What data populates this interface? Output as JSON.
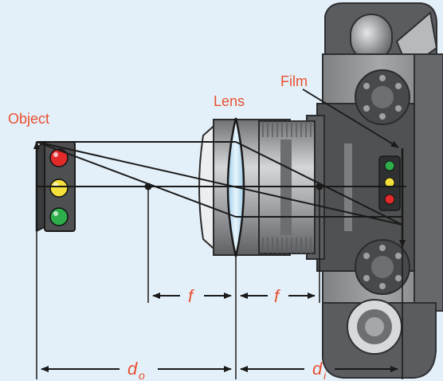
{
  "labels": {
    "object": "Object",
    "lens": "Lens",
    "film": "Film",
    "focal_left": "f",
    "focal_right": "f",
    "object_distance_main": "d",
    "object_distance_sub": "o",
    "image_distance_main": "d",
    "image_distance_sub": "i"
  },
  "colors": {
    "background": "#e4f0f9",
    "label": "#e8502f",
    "ray": "#1a1a1a",
    "camera_body": "#8d8f92",
    "camera_dark": "#4a4b4d",
    "lens_glass": "#bfe0f5",
    "light_red": "#e32a2a",
    "light_yellow": "#f4e03a",
    "light_green": "#2eae4a"
  },
  "icons": {
    "object": "traffic-light-icon",
    "image": "inverted-traffic-light-icon",
    "camera": "camera-icon",
    "lens": "convex-lens-icon"
  }
}
